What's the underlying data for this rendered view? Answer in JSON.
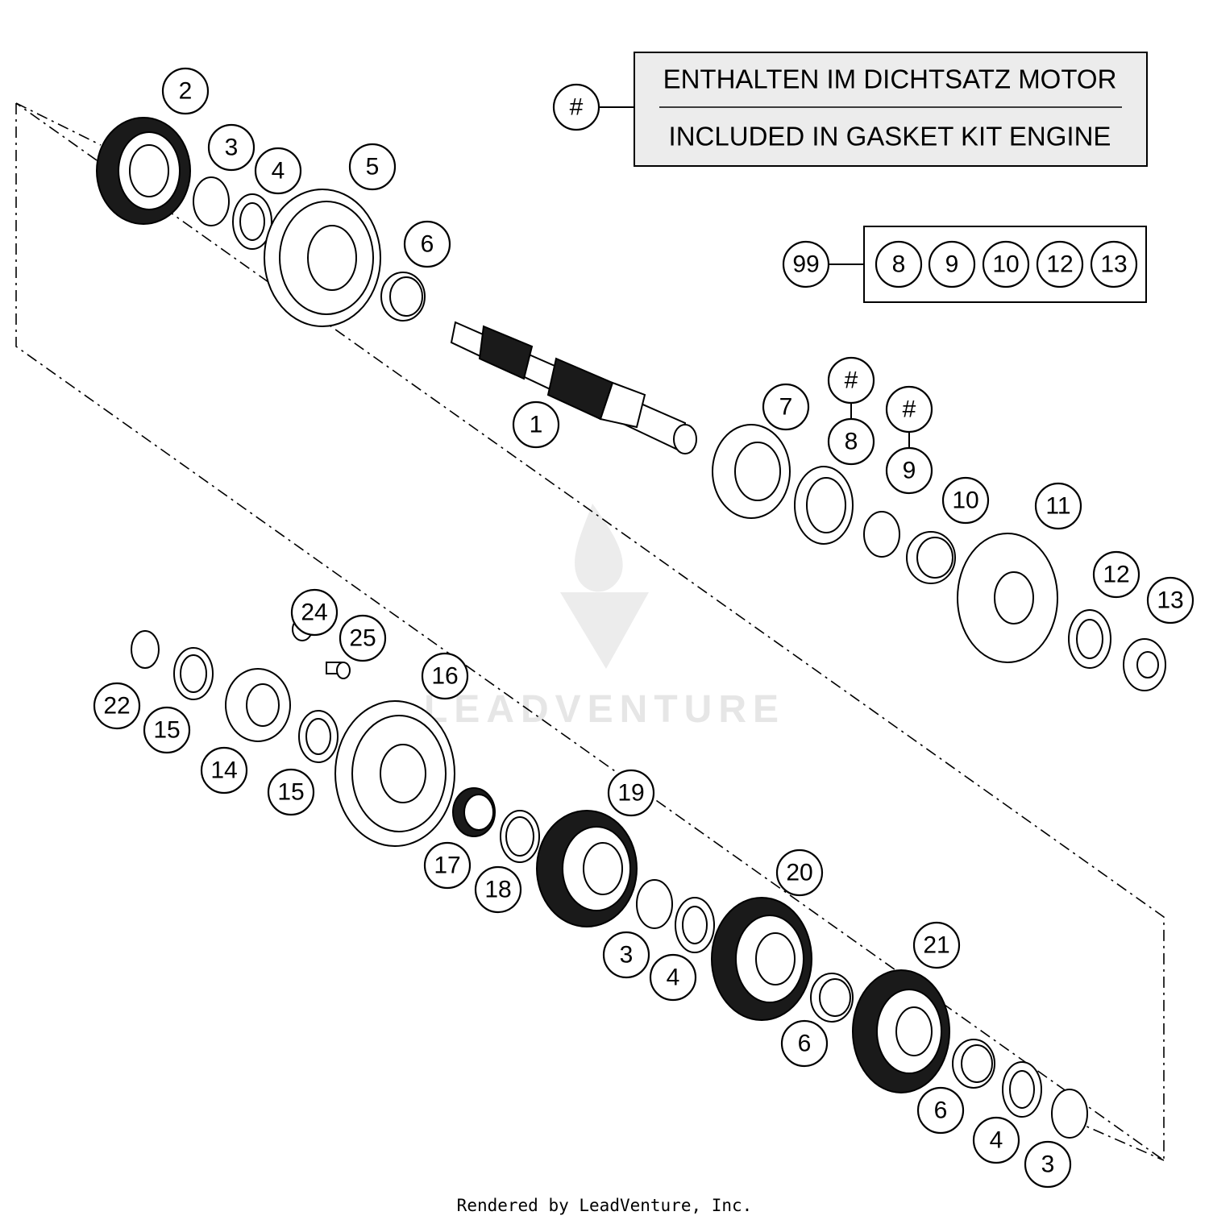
{
  "legend": {
    "symbol": "#",
    "line_de": "ENTHALTEN IM DICHTSATZ MOTOR",
    "line_en": "INCLUDED IN GASKET KIT ENGINE"
  },
  "kit": {
    "number": "99",
    "items": [
      "8",
      "9",
      "10",
      "12",
      "13"
    ]
  },
  "callouts": {
    "c1": "1",
    "c2": "2",
    "c3a": "3",
    "c4a": "4",
    "c5": "5",
    "c6a": "6",
    "c7": "7",
    "c8": "8",
    "c8h": "#",
    "c9": "9",
    "c9h": "#",
    "c10": "10",
    "c11": "11",
    "c12": "12",
    "c13": "13",
    "c14": "14",
    "c15a": "15",
    "c15b": "15",
    "c16": "16",
    "c17": "17",
    "c18": "18",
    "c19": "19",
    "c20": "20",
    "c21": "21",
    "c22": "22",
    "c24": "24",
    "c25": "25",
    "c3b": "3",
    "c4b": "4",
    "c6b": "6",
    "c6c": "6",
    "c4c": "4",
    "c3c": "3"
  },
  "watermark": "LEADVENTURE",
  "footer": "Rendered by LeadVenture, Inc."
}
